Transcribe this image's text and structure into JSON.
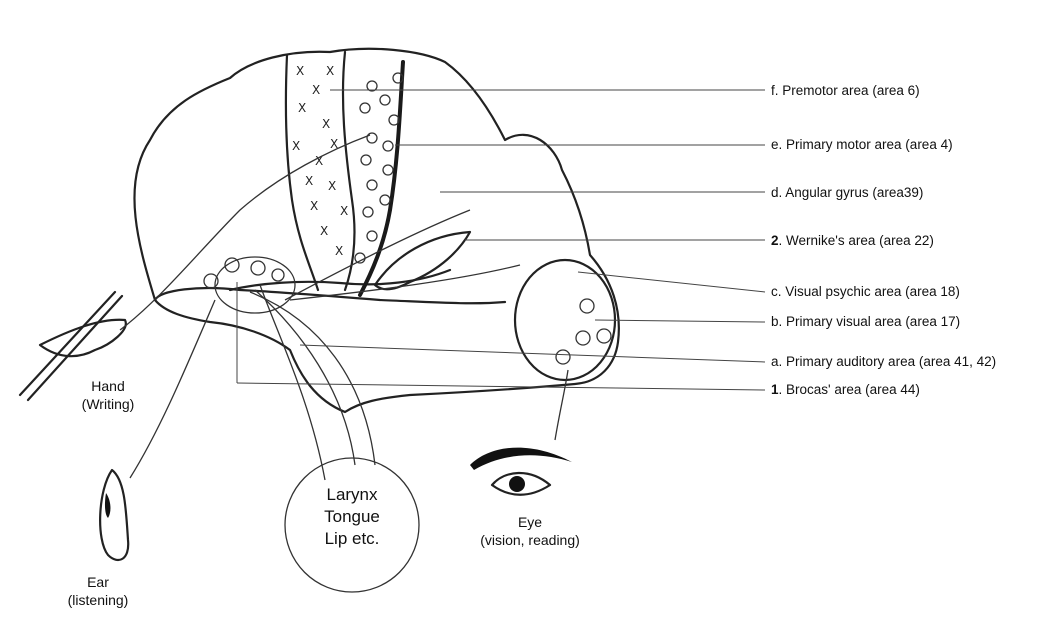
{
  "labels": {
    "premotor": {
      "prefix": "f.",
      "text": "Premotor  area (area 6)"
    },
    "primary_motor": {
      "prefix": "e.",
      "text": "Primary motor area (area 4)"
    },
    "angular_gyrus": {
      "prefix": "d.",
      "text": "Angular gyrus (area39)"
    },
    "wernicke": {
      "prefix": "2",
      "text": ". Wernike's area (area 22)"
    },
    "visual_psychic": {
      "prefix": "c.",
      "text": "Visual psychic area (area 18)"
    },
    "primary_visual": {
      "prefix": "b.",
      "text": "Primary visual area (area 17)"
    },
    "primary_auditory": {
      "prefix": "a.",
      "text": "Primary auditory area (area 41, 42)"
    },
    "broca": {
      "prefix": "1",
      "text": ". Brocas' area (area 44)"
    }
  },
  "organs": {
    "hand": {
      "line1": "Hand",
      "line2": "(Writing)"
    },
    "ear": {
      "line1": "Ear",
      "line2": "(listening)"
    },
    "larynx": {
      "line1": "Larynx",
      "line2": "Tongue",
      "line3": "Lip etc."
    },
    "eye": {
      "line1": "Eye",
      "line2": "(vision, reading)"
    }
  },
  "colors": {
    "ink": "#222222",
    "background": "#ffffff"
  }
}
